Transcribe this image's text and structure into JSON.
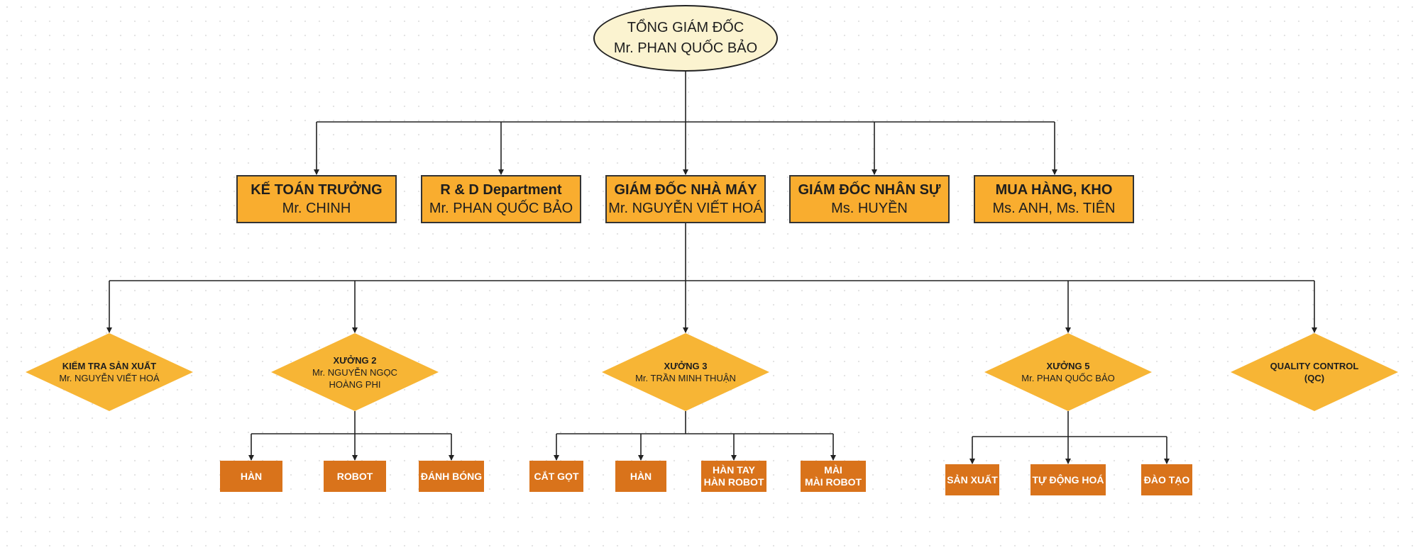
{
  "colors": {
    "root_fill": "#fbf3d0",
    "department_fill": "#f9ad2f",
    "unit_fill": "#f7b535",
    "team_fill": "#d9731b",
    "line": "#222222"
  },
  "root": {
    "title": "TỔNG GIÁM ĐỐC",
    "name": "Mr. PHAN QUỐC BẢO"
  },
  "departments": [
    {
      "title": "KẾ TOÁN TRƯỞNG",
      "name": "Mr. CHINH"
    },
    {
      "title": "R & D Department",
      "name": "Mr. PHAN QUỐC BẢO"
    },
    {
      "title": "GIÁM ĐỐC NHÀ MÁY",
      "name": "Mr. NGUYỄN VIẾT HOÁ"
    },
    {
      "title": "GIÁM ĐỐC NHÂN SỰ",
      "name": "Ms. HUYỀN"
    },
    {
      "title": "MUA HÀNG, KHO",
      "name": "Ms. ANH, Ms. TIÊN"
    }
  ],
  "units": [
    {
      "title": "KIỂM TRA SẢN XUẤT",
      "name": "Mr. NGUYỄN VIẾT HOÁ"
    },
    {
      "title": "XƯỞNG 2",
      "name": "Mr. NGUYỄN NGỌC HOÀNG PHI"
    },
    {
      "title": "XƯỞNG 3",
      "name": "Mr. TRẦN MINH THUẬN"
    },
    {
      "title": "XƯỞNG 5",
      "name": "Mr. PHAN QUỐC BẢO"
    },
    {
      "title": "QUALITY CONTROL",
      "name": "(QC)"
    }
  ],
  "teams": {
    "xuong2": [
      {
        "line1": "HÀN",
        "line2": ""
      },
      {
        "line1": "ROBOT",
        "line2": ""
      },
      {
        "line1": "ĐÁNH BÓNG",
        "line2": ""
      }
    ],
    "xuong3": [
      {
        "line1": "CẮT GỌT",
        "line2": ""
      },
      {
        "line1": "HÀN",
        "line2": ""
      },
      {
        "line1": "HÀN TAY",
        "line2": "HÀN ROBOT"
      },
      {
        "line1": "MÀI",
        "line2": "MÀI ROBOT"
      }
    ],
    "xuong5": [
      {
        "line1": "SẢN XUẤT",
        "line2": ""
      },
      {
        "line1": "TỰ ĐỘNG HOÁ",
        "line2": ""
      },
      {
        "line1": "ĐÀO TẠO",
        "line2": ""
      }
    ]
  }
}
